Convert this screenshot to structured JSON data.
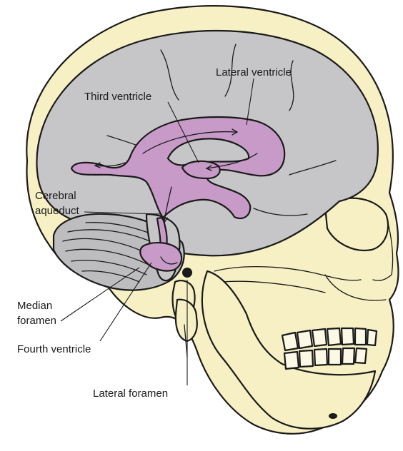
{
  "colors": {
    "bone": "#f6f0c4",
    "brain": "#c6c6c8",
    "ventricle": "#c89ac8",
    "cerebellum": "#bdbdbf",
    "outline": "#1a1a1a",
    "background": "#ffffff"
  },
  "labels": {
    "lateral_ventricle": "Lateral ventricle",
    "third_ventricle": "Third ventricle",
    "cerebral_aqueduct_line1": "Cerebral",
    "cerebral_aqueduct_line2": "aqueduct",
    "median_foramen_line1": "Median",
    "median_foramen_line2": "foramen",
    "fourth_ventricle": "Fourth ventricle",
    "lateral_foramen": "Lateral foramen"
  }
}
